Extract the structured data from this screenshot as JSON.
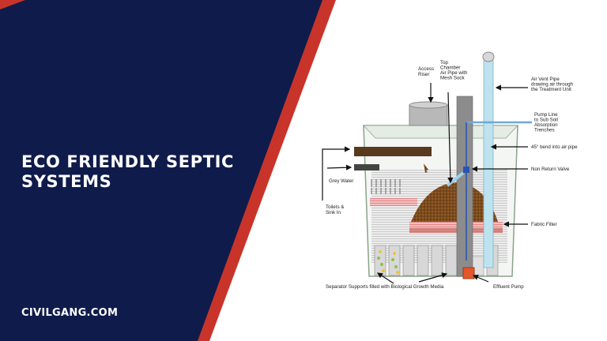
{
  "banner": {
    "title_line1": "ECO FRIENDLY SEPTIC",
    "title_line2": "SYSTEMS",
    "site": "CIVILGANG.COM",
    "colors": {
      "navy": "#0f1b4b",
      "red": "#c8342a",
      "white": "#ffffff"
    }
  },
  "diagram": {
    "labels": {
      "access_riser": [
        "Access",
        "Riser"
      ],
      "top_chamber": [
        "Top",
        "Chamber",
        "Air Pipe with",
        "Mesh Sock"
      ],
      "air_vent": [
        "Air Vent Pipe",
        "drawing air through",
        "the Treatment Unit"
      ],
      "pump_line": [
        "Pump Line",
        "to Sub Soil",
        "Absorption",
        "Trenches"
      ],
      "bend": "45° bend into air pipe",
      "non_return": "Non Return Valve",
      "grey_water": "Grey Water",
      "toilets": [
        "Toilets &",
        "Sink In"
      ],
      "fabric_filter": "Fabric Filter",
      "separator": "Separator Supports filled with Biological Growth Media",
      "effluent_pump": "Effluent Pump"
    }
  }
}
